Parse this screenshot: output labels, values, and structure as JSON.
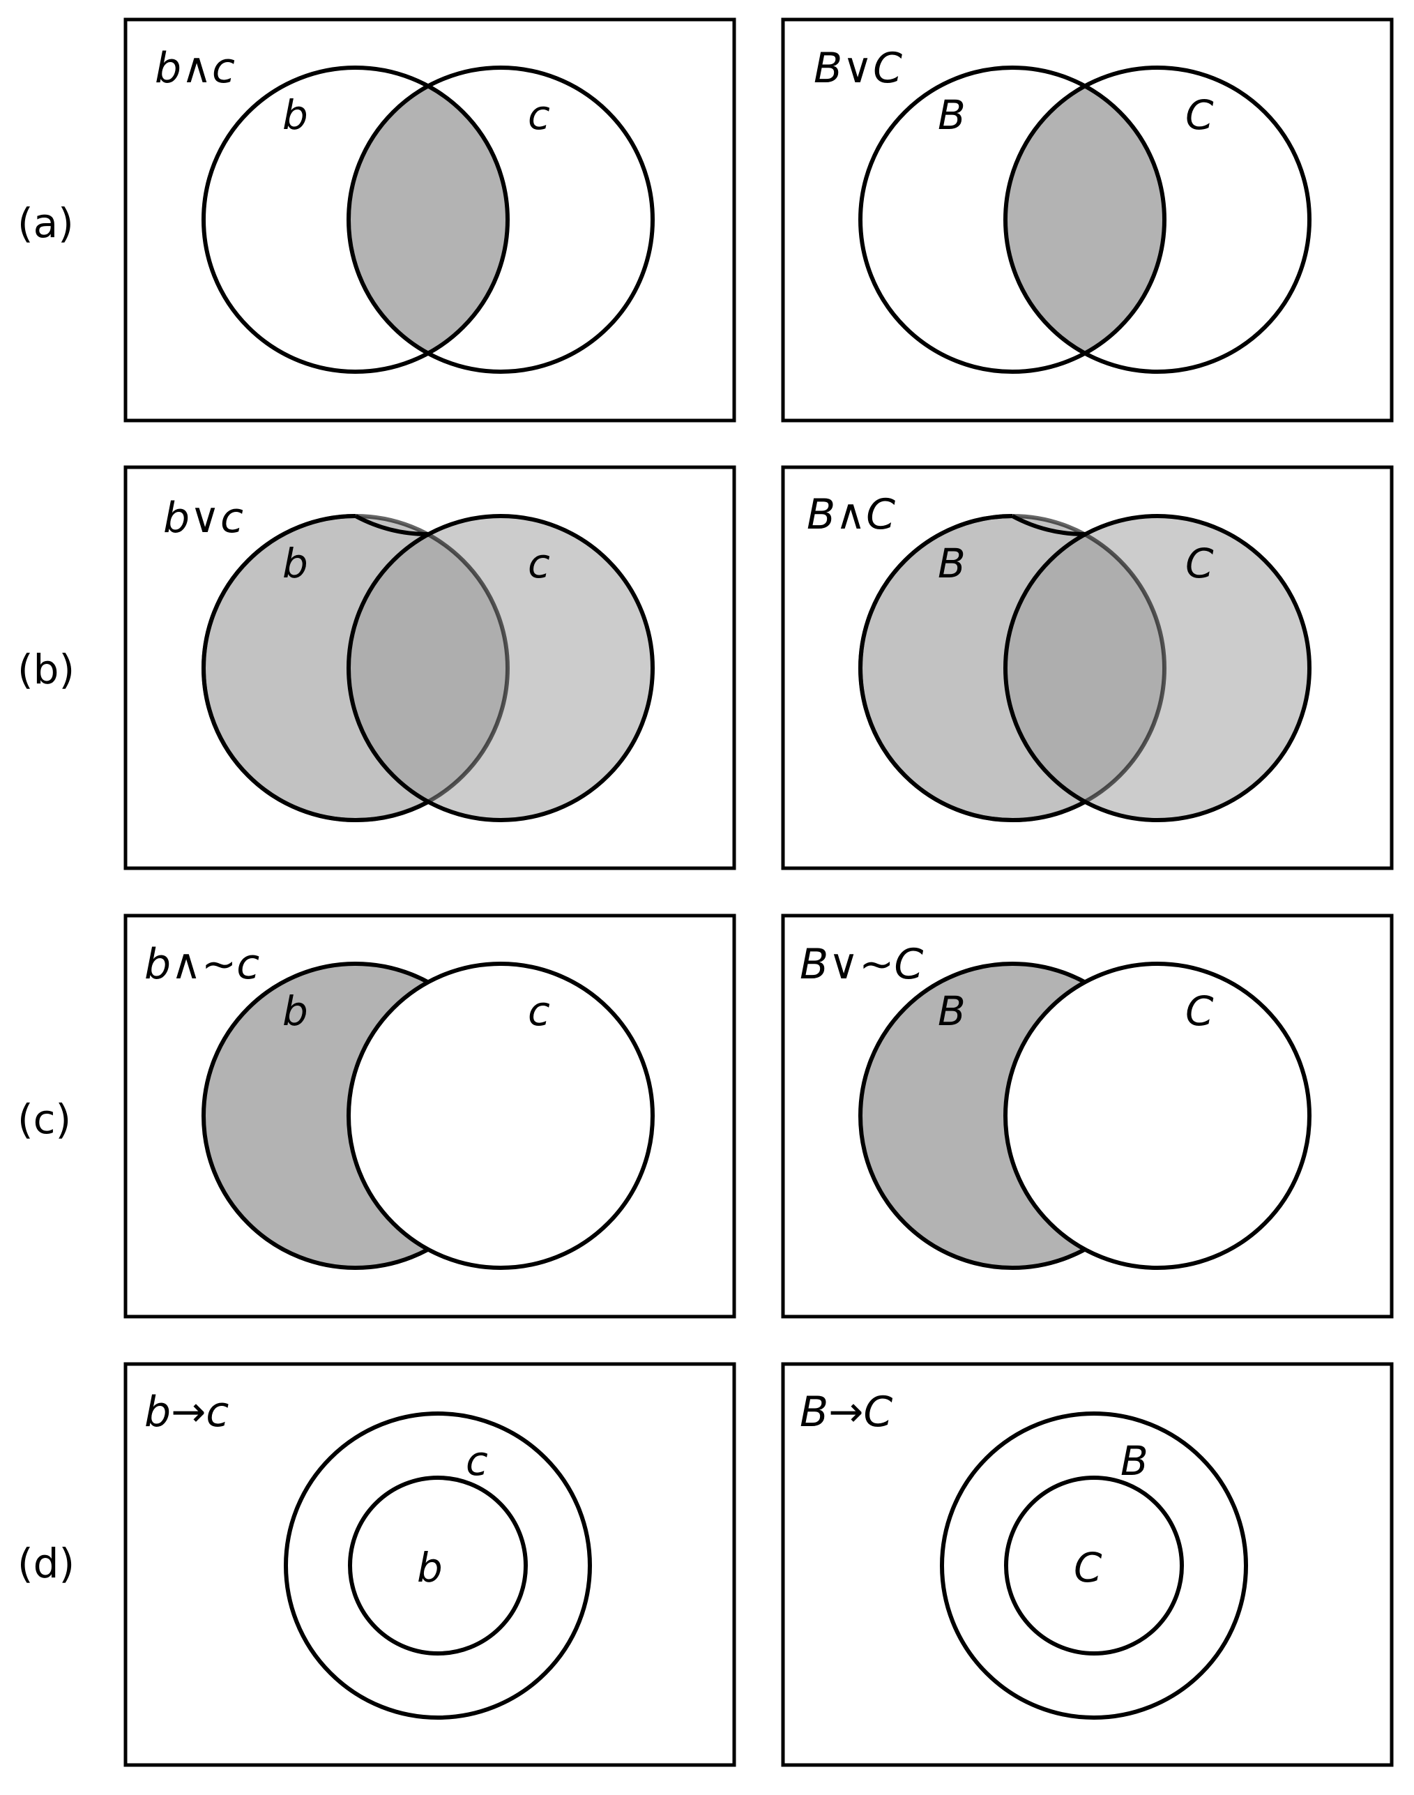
{
  "colors": {
    "shade_dark": "#b3b3b3",
    "shade_light": "#cccccc",
    "stroke": "#000000",
    "background": "#ffffff"
  },
  "rows": [
    {
      "label": "(a)",
      "left": {
        "formula": "b∧c",
        "set1": "b",
        "set2": "c",
        "shading": "intersection"
      },
      "right": {
        "formula": "B∨C",
        "set1": "B",
        "set2": "C",
        "shading": "intersection"
      }
    },
    {
      "label": "(b)",
      "left": {
        "formula": "b∨c",
        "set1": "b",
        "set2": "c",
        "shading": "union"
      },
      "right": {
        "formula": "B∧C",
        "set1": "B",
        "set2": "C",
        "shading": "union"
      }
    },
    {
      "label": "(c)",
      "left": {
        "formula": "b∧~c",
        "set1": "b",
        "set2": "c",
        "shading": "difference"
      },
      "right": {
        "formula": "B∨~C",
        "set1": "B",
        "set2": "C",
        "shading": "difference"
      }
    },
    {
      "label": "(d)",
      "left": {
        "formula": "b→c",
        "outer": "c",
        "inner": "b",
        "shading": "none"
      },
      "right": {
        "formula": "B→C",
        "outer": "B",
        "inner": "C",
        "shading": "none"
      }
    }
  ]
}
